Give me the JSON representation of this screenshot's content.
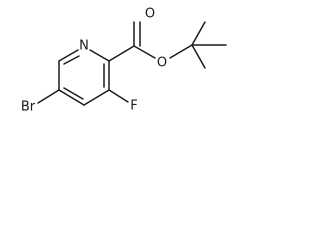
{
  "molecule": {
    "atoms": {
      "nitrogen": "N",
      "carbonyl_oxygen": "O",
      "ester_oxygen": "O",
      "fluorine": "F",
      "bromine": "Br"
    }
  }
}
